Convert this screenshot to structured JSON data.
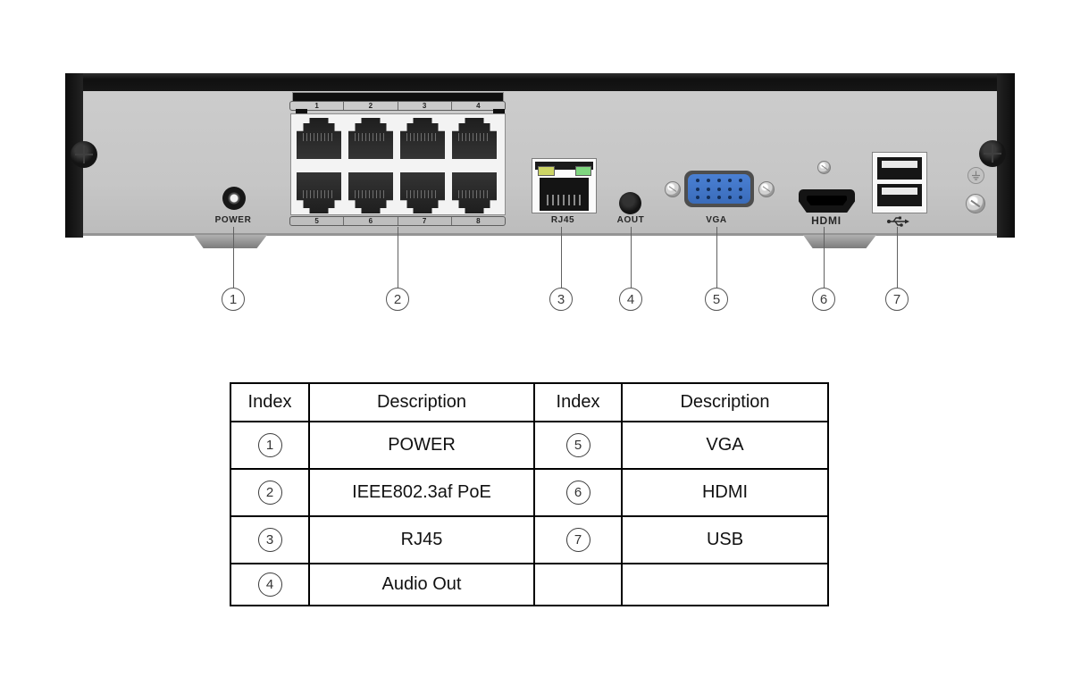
{
  "device": {
    "name": "NVR rear panel",
    "labels": {
      "power": "POWER",
      "rj45": "RJ45",
      "aout": "AOUT",
      "vga": "VGA",
      "hdmi": "HDMI"
    },
    "poe_port_numbers": {
      "top": [
        "1",
        "2",
        "3",
        "4"
      ],
      "bottom": [
        "5",
        "6",
        "7",
        "8"
      ]
    },
    "icons": {
      "usb": "usb-trident-icon",
      "ground": "earth-ground-icon",
      "screw": "phillips-screw-icon"
    },
    "colors": {
      "panel": "#c7c7c7",
      "frame": "#141414",
      "vga_blue": "#4a80d4",
      "led_yellow": "#ccd465",
      "led_green": "#7fd67f"
    }
  },
  "callouts": [
    "1",
    "2",
    "3",
    "4",
    "5",
    "6",
    "7"
  ],
  "table": {
    "headers": [
      "Index",
      "Description",
      "Index",
      "Description"
    ],
    "rows": [
      {
        "i1": "1",
        "d1": "POWER",
        "i2": "5",
        "d2": "VGA"
      },
      {
        "i1": "2",
        "d1": "IEEE802.3af PoE",
        "i2": "6",
        "d2": "HDMI"
      },
      {
        "i1": "3",
        "d1": "RJ45",
        "i2": "7",
        "d2": "USB"
      },
      {
        "i1": "4",
        "d1": "Audio Out",
        "i2": "",
        "d2": ""
      }
    ]
  }
}
